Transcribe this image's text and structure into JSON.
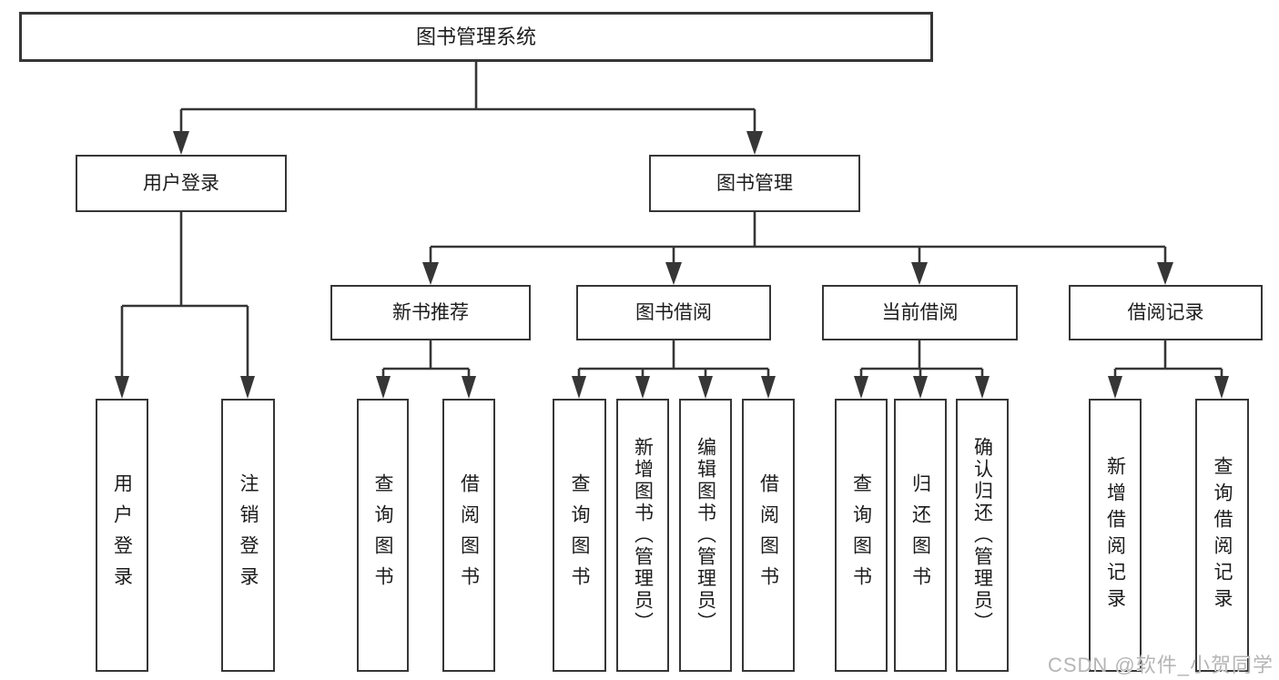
{
  "diagram": {
    "root": {
      "label": "图书管理系统"
    },
    "level2": [
      {
        "id": "user-login",
        "label": "用户登录"
      },
      {
        "id": "book-management",
        "label": "图书管理"
      }
    ],
    "level3": [
      {
        "id": "new-book-recommend",
        "label": "新书推荐"
      },
      {
        "id": "book-borrowing",
        "label": "图书借阅"
      },
      {
        "id": "current-borrowing",
        "label": "当前借阅"
      },
      {
        "id": "borrowing-records",
        "label": "借阅记录"
      }
    ],
    "leaves": [
      {
        "parent": "用户登录",
        "label": "用户登录"
      },
      {
        "parent": "用户登录",
        "label": "注销登录"
      },
      {
        "parent": "新书推荐",
        "label": "查询图书"
      },
      {
        "parent": "新书推荐",
        "label": "借阅图书"
      },
      {
        "parent": "图书借阅",
        "label": "查询图书"
      },
      {
        "parent": "图书借阅",
        "label": "新增图书（管理员）"
      },
      {
        "parent": "图书借阅",
        "label": "编辑图书（管理员）"
      },
      {
        "parent": "图书借阅",
        "label": "借阅图书"
      },
      {
        "parent": "当前借阅",
        "label": "查询图书"
      },
      {
        "parent": "当前借阅",
        "label": "归还图书"
      },
      {
        "parent": "当前借阅",
        "label": "确认归还（管理员）"
      },
      {
        "parent": "借阅记录",
        "label": "新增借阅记录"
      },
      {
        "parent": "借阅记录",
        "label": "查询借阅记录"
      }
    ]
  },
  "watermark": {
    "text": "CSDN @软件_小贺同学"
  },
  "colors": {
    "background": "#ffffff",
    "border": "#363636",
    "line": "#363636",
    "text": "#1c1c1c",
    "watermark": "#b5b5b5"
  }
}
